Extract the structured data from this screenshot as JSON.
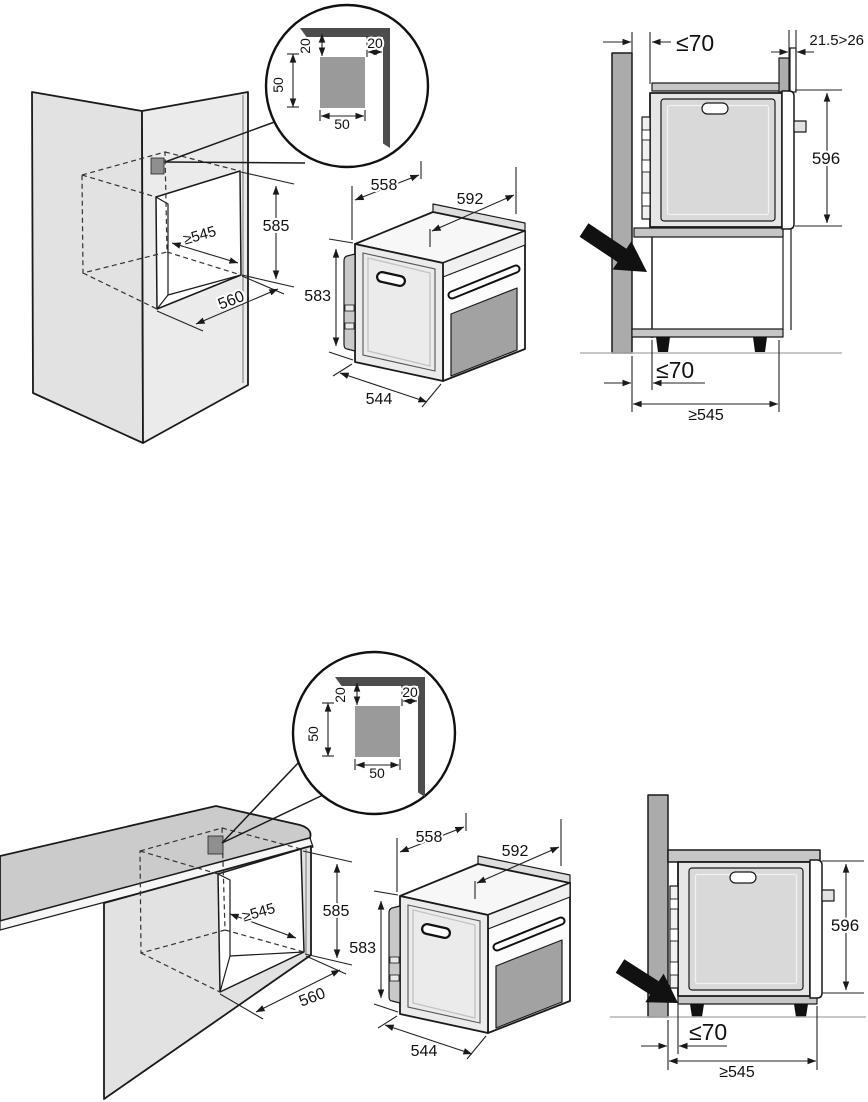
{
  "figure1": {
    "callout": {
      "top_clearance": "20",
      "side_clearance": "20",
      "spacer_height": "50",
      "spacer_width": "50"
    },
    "cabinet": {
      "opening_height": "585",
      "niche_depth": "≥545",
      "opening_width": "560"
    },
    "oven": {
      "body_depth_top": "558",
      "body_width": "592",
      "body_height": "583",
      "body_depth_bottom": "544"
    },
    "side": {
      "wall_gap_top": "≤70",
      "door_projection": "21.5>26",
      "oven_height": "596",
      "wall_gap_bottom": "≤70",
      "cabinet_depth": "≥545"
    }
  },
  "figure2": {
    "callout": {
      "top_clearance": "20",
      "side_clearance": "20",
      "spacer_height": "50",
      "spacer_width": "50"
    },
    "cabinet": {
      "opening_height": "585",
      "niche_depth": "≥545",
      "opening_width": "560"
    },
    "oven": {
      "body_depth_top": "558",
      "body_width": "592",
      "body_height": "583",
      "body_depth_bottom": "544"
    },
    "side": {
      "oven_height": "596",
      "wall_gap_bottom": "≤70",
      "cabinet_depth": "≥545"
    }
  },
  "colors": {
    "panel_gray": "#e3e3e3",
    "worktop_gray": "#cbcbcb",
    "wall_gray": "#ababab",
    "spacer_gray": "#8f8f8f",
    "corner_dark": "#4d4d4d",
    "door_glass_gray": "#a2a2a2"
  }
}
